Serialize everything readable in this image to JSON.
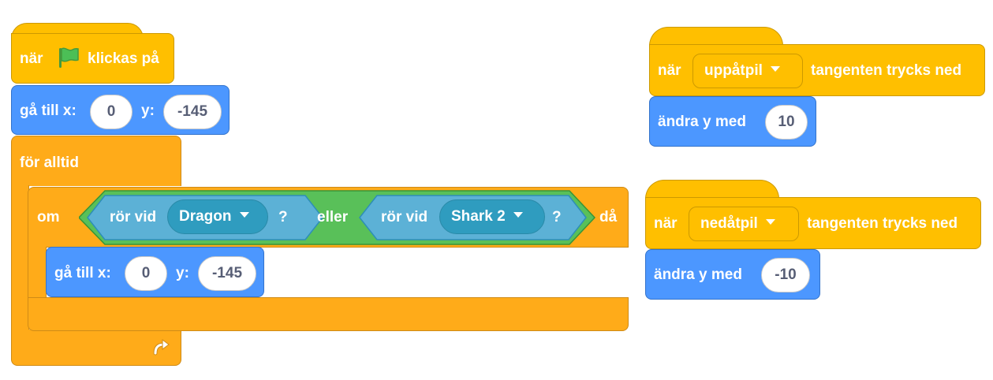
{
  "script_main": {
    "hat_prefix": "när",
    "hat_suffix": "klickas på",
    "goto1": {
      "label": "gå till x:",
      "x": "0",
      "y_label": "y:",
      "y": "-145"
    },
    "forever_label": "för alltid",
    "if_label": "om",
    "then_label": "då",
    "touch1": {
      "label": "rör vid",
      "target": "Dragon",
      "q": "?"
    },
    "or_label": "eller",
    "touch2": {
      "label": "rör vid",
      "target": "Shark 2",
      "q": "?"
    },
    "goto2": {
      "label": "gå till x:",
      "x": "0",
      "y_label": "y:",
      "y": "-145"
    }
  },
  "script_up": {
    "hat_prefix": "när",
    "key": "uppåtpil",
    "hat_suffix": "tangenten trycks ned",
    "change_label": "ändra y med",
    "change_value": "10"
  },
  "script_down": {
    "hat_prefix": "när",
    "key": "nedåtpil",
    "hat_suffix": "tangenten trycks ned",
    "change_label": "ändra y med",
    "change_value": "-10"
  },
  "colors": {
    "events": "#ffbf00",
    "motion": "#4c97ff",
    "control": "#ffab19",
    "operators": "#59c059",
    "sensing": "#5cb1d6",
    "flag": "#4cbf56"
  },
  "icons": [
    "green-flag-icon",
    "dropdown-caret-icon",
    "loop-arrow-icon"
  ]
}
